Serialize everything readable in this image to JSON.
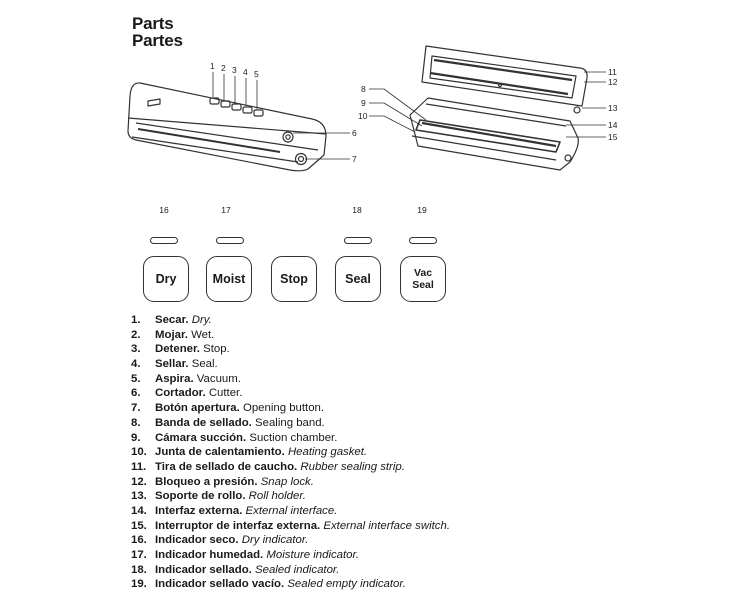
{
  "title_en": "Parts",
  "title_es": "Partes",
  "callouts": {
    "closed": [
      "1",
      "2",
      "3",
      "4",
      "5",
      "6",
      "7"
    ],
    "open": [
      "8",
      "9",
      "10",
      "11",
      "12",
      "13",
      "14",
      "15"
    ]
  },
  "indicators": [
    {
      "number": "16",
      "button_label": "Dry"
    },
    {
      "number": "17",
      "button_label": "Moist"
    },
    {
      "number": "",
      "button_label": "Stop"
    },
    {
      "number": "18",
      "button_label": "Seal"
    },
    {
      "number": "19",
      "button_label": "Vac\nSeal"
    }
  ],
  "parts": [
    {
      "num": "1.",
      "es": "Secar.",
      "en": "Dry.",
      "italic": true
    },
    {
      "num": "2.",
      "es": "Mojar.",
      "en": "Wet.",
      "italic": false
    },
    {
      "num": "3.",
      "es": "Detener.",
      "en": "Stop.",
      "italic": false
    },
    {
      "num": "4.",
      "es": "Sellar.",
      "en": "Seal.",
      "italic": false
    },
    {
      "num": "5.",
      "es": "Aspira.",
      "en": "Vacuum.",
      "italic": false
    },
    {
      "num": "6.",
      "es": "Cortador.",
      "en": "Cutter.",
      "italic": false
    },
    {
      "num": "7.",
      "es": "Botón apertura.",
      "en": "Opening button.",
      "italic": false
    },
    {
      "num": "8.",
      "es": "Banda de sellado.",
      "en": "Sealing band.",
      "italic": false
    },
    {
      "num": "9.",
      "es": "Cámara succión.",
      "en": "Suction chamber.",
      "italic": false
    },
    {
      "num": "10.",
      "es": "Junta de calentamiento.",
      "en": "Heating gasket.",
      "italic": true
    },
    {
      "num": "11.",
      "es": "Tira de sellado de caucho.",
      "en": "Rubber sealing strip.",
      "italic": true
    },
    {
      "num": "12.",
      "es": "Bloqueo a presión.",
      "en": "Snap lock.",
      "italic": true
    },
    {
      "num": "13.",
      "es": "Soporte de rollo.",
      "en": "Roll holder.",
      "italic": true
    },
    {
      "num": "14.",
      "es": "Interfaz externa.",
      "en": "External interface.",
      "italic": true
    },
    {
      "num": "15.",
      "es": "Interruptor de interfaz externa.",
      "en": "External interface switch.",
      "italic": true
    },
    {
      "num": "16.",
      "es": "Indicador seco.",
      "en": "Dry indicator.",
      "italic": true
    },
    {
      "num": "17.",
      "es": "Indicador humedad.",
      "en": "Moisture indicator.",
      "italic": true
    },
    {
      "num": "18.",
      "es": "Indicador sellado.",
      "en": "Sealed indicator.",
      "italic": true
    },
    {
      "num": "19.",
      "es": "Indicador sellado vacío.",
      "en": "Sealed empty indicator.",
      "italic": true
    }
  ]
}
